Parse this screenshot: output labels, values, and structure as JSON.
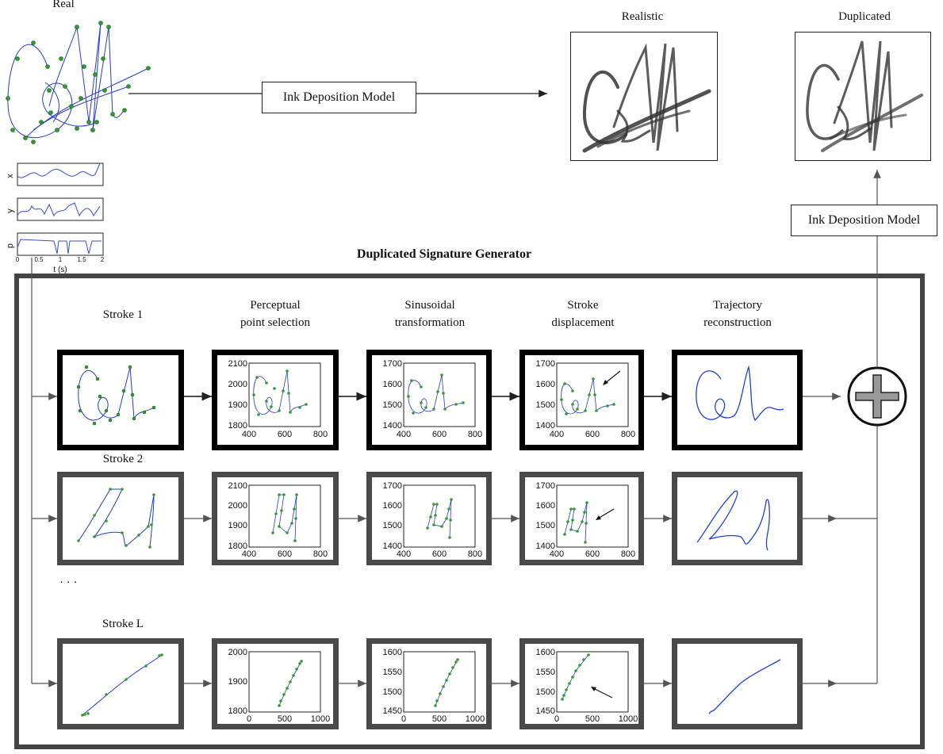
{
  "labels": {
    "real": "Real",
    "realistic": "Realistic",
    "duplicated": "Duplicated",
    "ink_model_top": "Ink Deposition Model",
    "ink_model_right": "Ink Deposition Model",
    "generator_title": "Duplicated Signature Generator",
    "ellipsis": "· · ·"
  },
  "signals": {
    "channels": [
      "x",
      "y",
      "p"
    ],
    "x_ticks": [
      "0",
      "0.5",
      "1",
      "1.5",
      "2"
    ],
    "x_label": "t (s)"
  },
  "columns": [
    {
      "line1": "Perceptual",
      "line2": "point selection"
    },
    {
      "line1": "Sinusoidal",
      "line2": "transformation"
    },
    {
      "line1": "Stroke",
      "line2": "displacement"
    },
    {
      "line1": "Trajectory",
      "line2": "reconstruction"
    }
  ],
  "strokes": [
    {
      "label": "Stroke 1",
      "perceptual": {
        "yticks": [
          "2100",
          "2000",
          "1900",
          "1800"
        ],
        "xticks": [
          "400",
          "600",
          "800"
        ]
      },
      "sinusoidal": {
        "yticks": [
          "1700",
          "1600",
          "1500",
          "1400"
        ],
        "xticks": [
          "400",
          "600",
          "800"
        ]
      },
      "displacement": {
        "yticks": [
          "1700",
          "1600",
          "1500",
          "1400"
        ],
        "xticks": [
          "400",
          "600",
          "800"
        ]
      }
    },
    {
      "label": "Stroke 2",
      "perceptual": {
        "yticks": [
          "2100",
          "2000",
          "1900",
          "1800"
        ],
        "xticks": [
          "400",
          "600",
          "800"
        ]
      },
      "sinusoidal": {
        "yticks": [
          "1700",
          "1600",
          "1500",
          "1400"
        ],
        "xticks": [
          "400",
          "600",
          "800"
        ]
      },
      "displacement": {
        "yticks": [
          "1700",
          "1600",
          "1500",
          "1400"
        ],
        "xticks": [
          "400",
          "600",
          "800"
        ]
      }
    },
    {
      "label": "Stroke L",
      "perceptual": {
        "yticks": [
          "2000",
          "1900",
          "1800"
        ],
        "xticks": [
          "0",
          "500",
          "1000"
        ]
      },
      "sinusoidal": {
        "yticks": [
          "1600",
          "1550",
          "1500",
          "1450"
        ],
        "xticks": [
          "0",
          "500",
          "1000"
        ]
      },
      "displacement": {
        "yticks": [
          "1600",
          "1550",
          "1500",
          "1450"
        ],
        "xticks": [
          "0",
          "500",
          "1000"
        ]
      }
    }
  ],
  "colors": {
    "trajectory": "#1f3fd8",
    "points": "#2e9e2e",
    "dark_frame": "#000000",
    "gray_frame": "#4a4a4a"
  }
}
